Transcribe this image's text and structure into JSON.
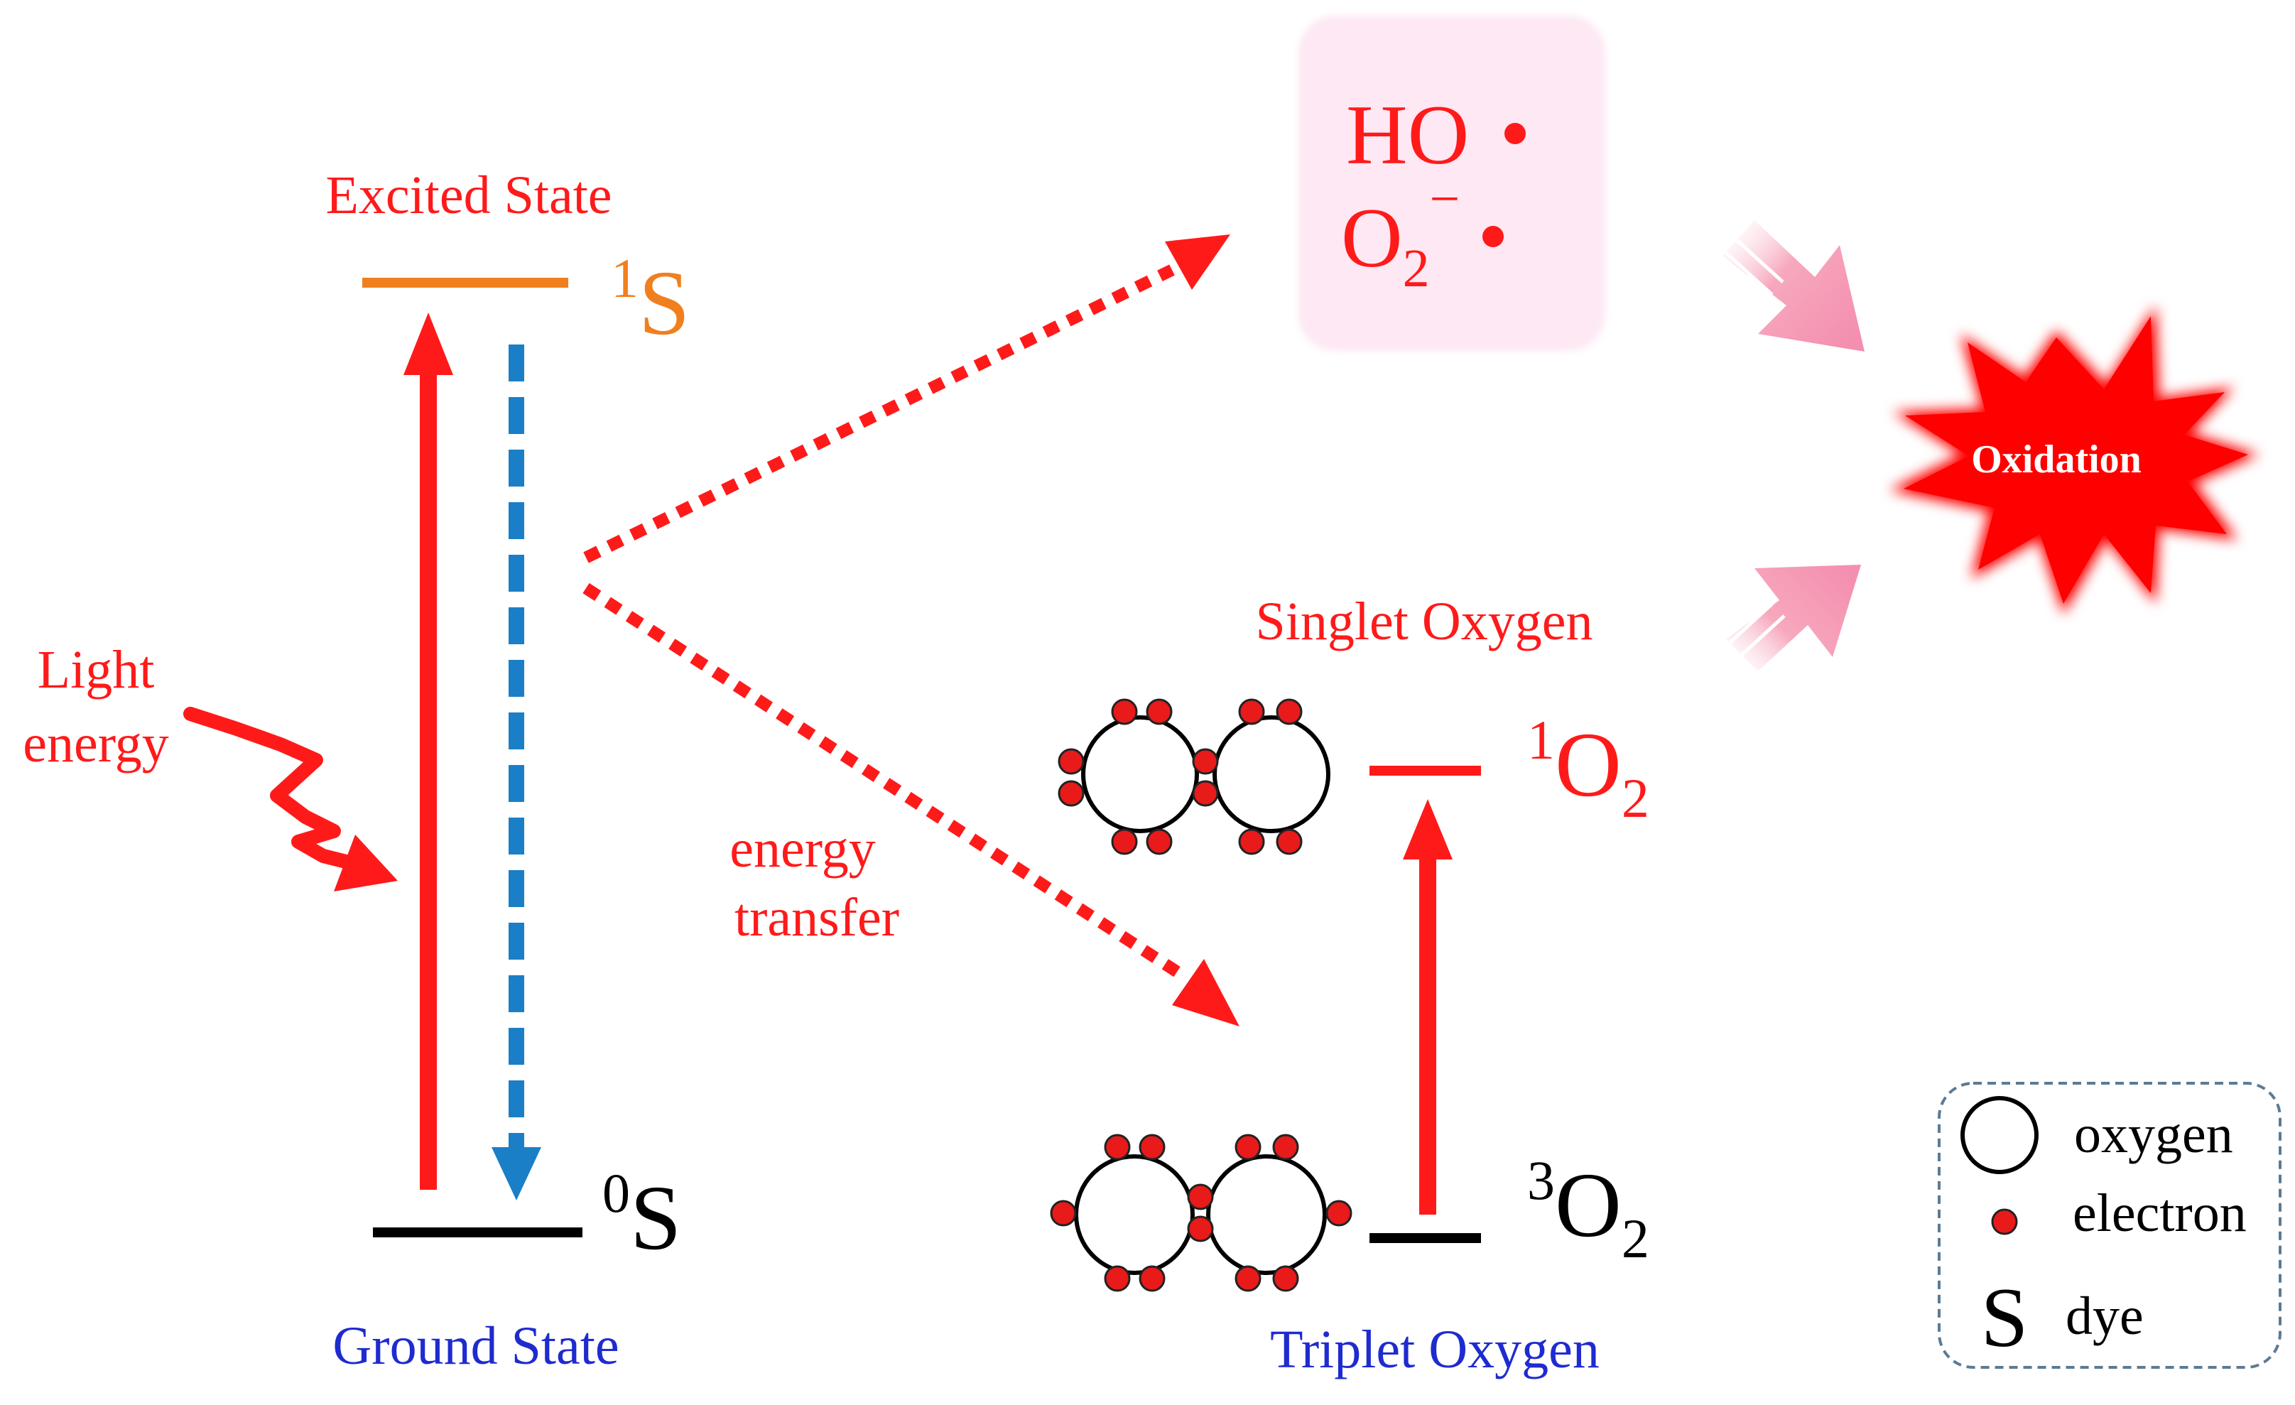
{
  "labels": {
    "excited_state": "Excited State",
    "ground_state": "Ground State",
    "light_line1": "Light",
    "light_line2": "energy",
    "energy_transfer_line1": "energy",
    "energy_transfer_line2": "transfer",
    "singlet_oxygen": "Singlet  Oxygen",
    "triplet_oxygen": "Triplet Oxygen",
    "oxidation": "Oxidation"
  },
  "levels": {
    "excited": {
      "sup": "1",
      "base": "S"
    },
    "ground": {
      "sup": "0",
      "base": "S"
    },
    "singlet": {
      "sup": "1",
      "base": "O",
      "sub": "2"
    },
    "triplet": {
      "sup": "3",
      "base": "O",
      "sub": "2"
    }
  },
  "radicals": {
    "hydroxyl": "HO",
    "superoxide_base": "O",
    "superoxide_sub": "2",
    "superoxide_charge": "−"
  },
  "legend": {
    "oxygen": "oxygen",
    "electron": "electron",
    "dye_symbol": "S",
    "dye": "dye"
  },
  "colors": {
    "red": "#ff1a1a",
    "orange": "#f07f1e",
    "blue_label": "#1e2bd0",
    "relaxation_arrow": "#1a7fc7",
    "radical_box": "#fde8f3",
    "pink_arrow": "#f7a8bd"
  }
}
